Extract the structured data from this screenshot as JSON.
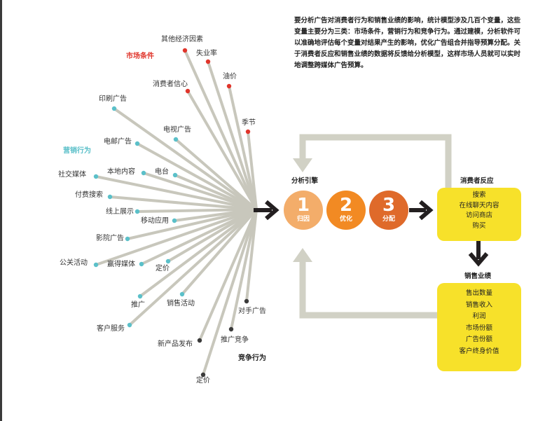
{
  "intro": "要分析广告对消费者行为和销售业绩的影响，统计模型涉及几百个变量，这些变量主要分为三类：市场条件，营销行为和竞争行为。通过建模，分析软件可以准确地评估每个变量对结果产生的影响，优化广告组合并指导预算分配。关于消费者反应和销售业绩的数据将反馈给分析模型，这样市场人员就可以实时地调整跨媒体广告预算。",
  "groups": {
    "market": {
      "title": "市场条件",
      "color": "#e0352b"
    },
    "marketing": {
      "title": "营销行为",
      "color": "#5bc0c9"
    },
    "competition": {
      "title": "竞争行为",
      "color": "#3a3a3a"
    }
  },
  "factors": {
    "f1": "其他经济因素",
    "f2": "失业率",
    "f3": "油价",
    "f4": "消费者信心",
    "f5": "季节",
    "f6": "印刷广告",
    "f7": "电视广告",
    "f8": "电邮广告",
    "f9": "社交媒体",
    "f10": "本地内容",
    "f11": "电台",
    "f12": "付费搜索",
    "f13": "线上展示",
    "f14": "移动应用",
    "f15": "影院广告",
    "f16": "公关活动",
    "f17": "赢得媒体",
    "f18": "定价",
    "f19": "推广",
    "f20": "销售活动",
    "f21": "客户服务",
    "f22": "对手广告",
    "f23": "推广竞争",
    "f24": "新产品发布",
    "f25": "定价"
  },
  "engine": {
    "label": "分析引擎",
    "steps": [
      {
        "num": "1",
        "label": "归因",
        "color": "#f3ad6a"
      },
      {
        "num": "2",
        "label": "优化",
        "color": "#f28a23"
      },
      {
        "num": "3",
        "label": "分配",
        "color": "#df6a2a"
      }
    ]
  },
  "consumer": {
    "title": "消费者反应",
    "items": [
      "搜索",
      "在线聊天内容",
      "访问商店",
      "购买"
    ]
  },
  "sales": {
    "title": "销售业绩",
    "items": [
      "售出数量",
      "销售收入",
      "利润",
      "市场份额",
      "广告份额",
      "客户终身价值"
    ]
  },
  "colors": {
    "line": "#c8c7bc",
    "arrow": "#231f20",
    "feedback": "#d1d1c5",
    "box": "#f7e12a"
  }
}
